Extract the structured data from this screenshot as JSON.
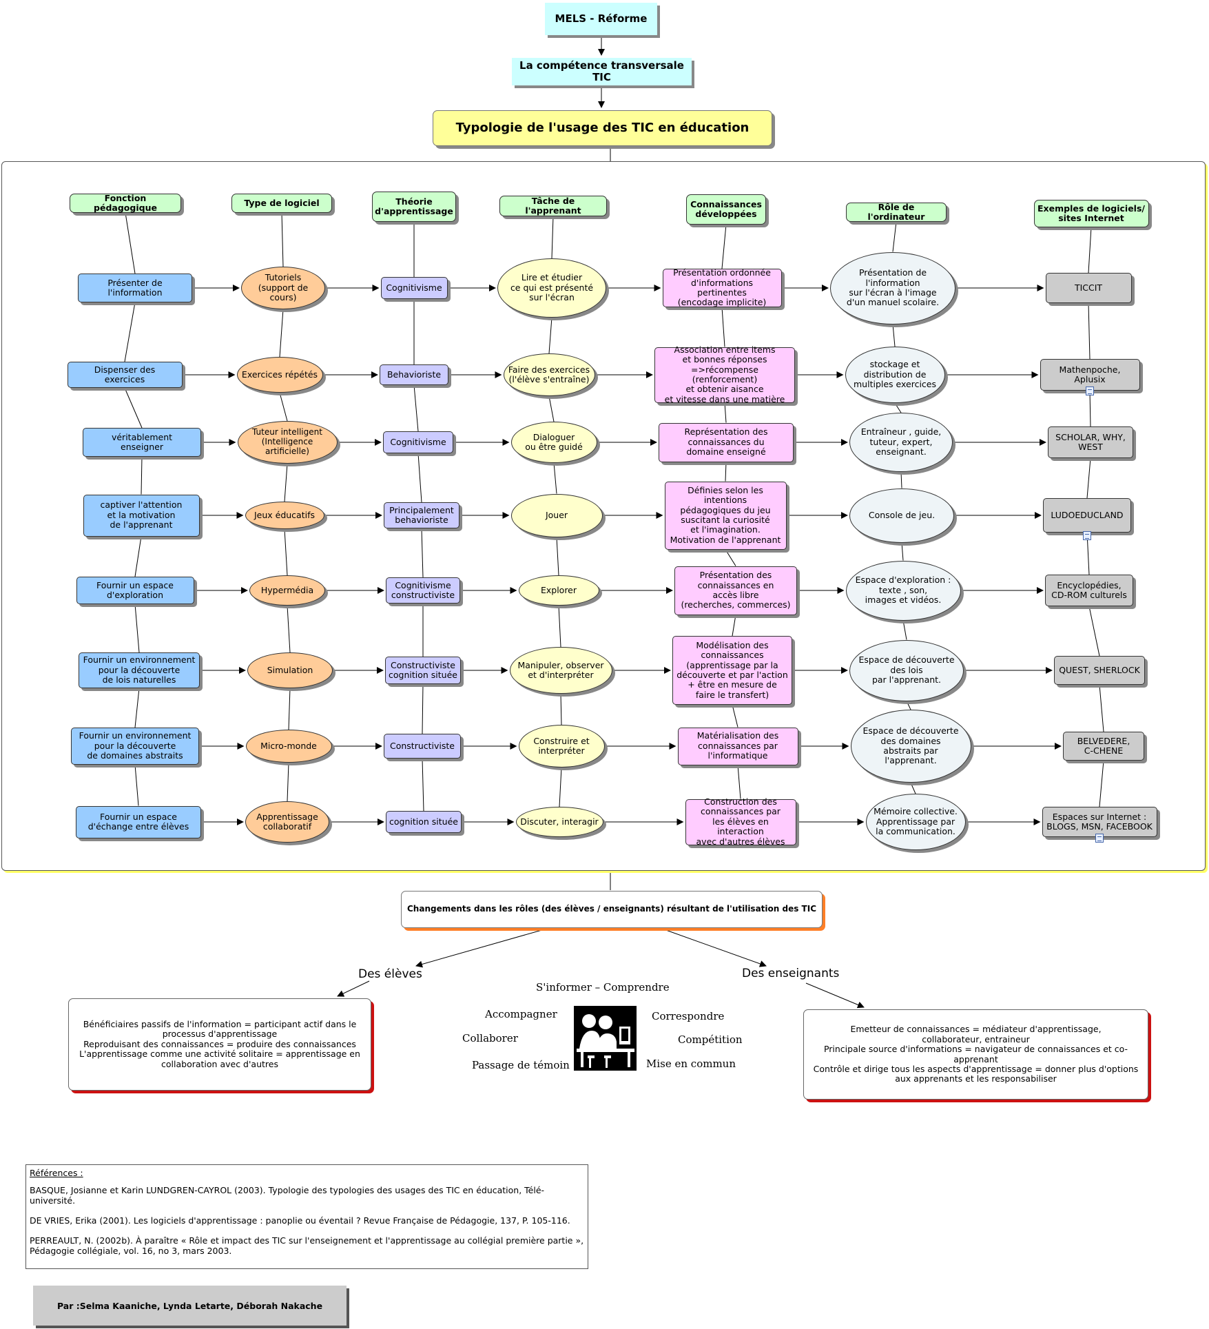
{
  "top": {
    "mels": "MELS - Réforme",
    "competence": "La compétence transversale TIC",
    "typologie": "Typologie de l'usage des TIC en éducation"
  },
  "headers": [
    "Fonction pédagogique",
    "Type de logiciel",
    "Théorie\nd'apprentissage",
    "Tâche de l'apprenant",
    "Connaissances\ndéveloppées",
    "Rôle de l'ordinateur",
    "Exemples de logiciels/\nsites Internet"
  ],
  "rows": [
    [
      "Présenter de\nl'information",
      "Tutoriels\n(support de cours)",
      "Cognitivisme",
      "Lire et étudier\nce qui est présenté\nsur l'écran",
      "Présentation ordonnée\nd'informations pertinentes\n(encodage implicite)",
      "Présentation de\nl'information\nsur l'écran à l'image\nd'un manuel scolaire.",
      "TICCIT"
    ],
    [
      "Dispenser des\nexercices",
      "Exercices répétés",
      "Behavioriste",
      "Faire des exercices\n(l'élève s'entraîne)",
      "Association entre items\net bonnes réponses\n=>récompense (renforcement)\net obtenir aisance\net vitesse dans une matière",
      "stockage et\ndistribution de\nmultiples exercices",
      "Mathenpoche, Aplusix"
    ],
    [
      "véritablement\nenseigner",
      "Tuteur intelligent\n(Intelligence artificielle)",
      "Cognitivisme",
      "Dialoguer\nou être guidé",
      "Représentation des\nconnaissances du\ndomaine enseigné",
      "Entraîneur , guide,\ntuteur, expert,\nenseignant.",
      "SCHOLAR, WHY,\nWEST"
    ],
    [
      "captiver l'attention\net la motivation\nde l'apprenant",
      "Jeux éducatifs",
      "Principalement\nbehavioriste",
      "Jouer",
      "Définies selon les\nintentions\npédagogiques du jeu\nsuscitant la curiosité\net l'imagination.\nMotivation de l'apprenant",
      "Console de jeu.",
      "LUDOEDUCLAND"
    ],
    [
      "Fournir un espace\nd'exploration",
      "Hypermédia",
      "Cognitivisme\nconstructiviste",
      "Explorer",
      "Présentation des\nconnaissances en\naccès libre\n(recherches, commerces)",
      "Espace d'exploration :\ntexte , son,\nimages et vidéos.",
      "Encyclopédies,\nCD-ROM culturels"
    ],
    [
      "Fournir un environnement\npour la découverte\nde lois naturelles",
      "Simulation",
      "Constructiviste\ncognition située",
      "Manipuler, observer\net d'interpréter",
      "Modélisation des\nconnaissances\n(apprentissage par la\ndécouverte et par l'action\n+ être en mesure de\nfaire le transfert)",
      "Espace de découverte\ndes lois\npar l'apprenant.",
      "QUEST, SHERLOCK"
    ],
    [
      "Fournir un environnement\npour la découverte\nde domaines abstraits",
      "Micro-monde",
      "Constructiviste",
      "Construire et\ninterpréter",
      "Matérialisation des\nconnaissances par\nl'informatique",
      "Espace de découverte\ndes domaines\nabstraits par\nl'apprenant.",
      "BELVEDERE,\nC-CHENE"
    ],
    [
      "Fournir un espace\nd'échange entre élèves",
      "Apprentissage\ncollaboratif",
      "cognition située",
      "Discuter, interagir",
      "Construction des\nconnaissances par\nles élèves en interaction\navec d'autres élèves",
      "Mémoire collective.\nApprentissage par\nla communication.",
      "Espaces sur Internet :\nBLOGS, MSN, FACEBOOK"
    ]
  ],
  "changes": {
    "title": "Changements dans les rôles (des élèves / enseignants) résultant de l'utilisation des TIC",
    "eleves_label": "Des élèves",
    "enseignants_label": "Des enseignants",
    "eleves_text": "Bénéficiaires passifs de l'information = participant actif dans le\nprocessus d'apprentissage\nReproduisant des connaissances = produire des connaissances\nL'apprentissage comme une activité solitaire = apprentissage en\ncollaboration avec d'autres",
    "enseignants_text": "Emetteur de connaissances = médiateur d'apprentissage,\ncollaborateur, entraineur\nPrincipale source d'informations = navigateur de connaissances et co-apprenant\nContrôle et dirige tous les aspects d'apprentissage =  donner plus d'options\naux apprenants et les responsabiliser"
  },
  "activities": {
    "informer": "S'informer – Comprendre",
    "accompagner": "Accompagner",
    "correspondre": "Correspondre",
    "collaborer": "Collaborer",
    "competition": "Compétition",
    "passage": "Passage de témoin",
    "mise": "Mise en commun"
  },
  "references": {
    "title": "Références :",
    "items": [
      "BASQUE,  Josianne et Karin LUNDGREN-CAYROL (2003). Typologie des typologies des usages des TIC en éducation, Télé-université.",
      "DE VRIES,  Erika (2001). Les logiciels d'apprentissage : panoplie ou éventail ? Revue Française de Pédagogie, 137, P. 105-116.",
      "PERREAULT, N. (2002b). À paraître « Rôle et impact des TIC sur l'enseignement et l'apprentissage au collégial  première partie », Pédagogie collégiale, vol. 16, no 3, mars 2003."
    ]
  },
  "authors": "Par :Selma Kaaniche, Lynda Letarte, Déborah Nakache",
  "colors": {
    "fonction": "#99ccff",
    "logiciel": "#ffcc99",
    "theorie": "#ccccff",
    "tache": "#ffffcc",
    "connaissances": "#ffccff",
    "role": "#eef4f7",
    "exemples": "#cccccc",
    "header": "#ccffcc"
  }
}
